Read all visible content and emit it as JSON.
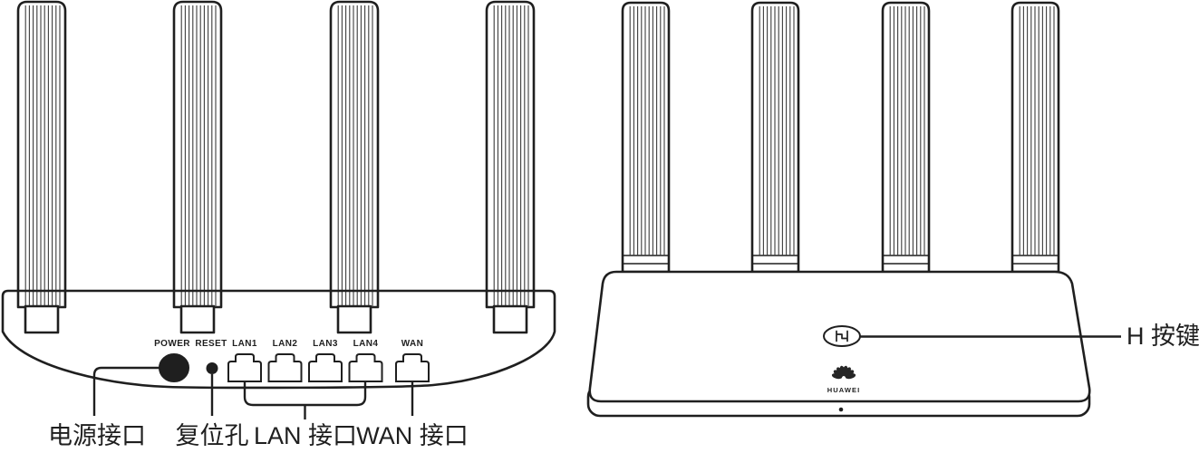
{
  "left_router": {
    "view": "back",
    "port_labels": {
      "power": "POWER",
      "reset": "RESET",
      "lan1": "LAN1",
      "lan2": "LAN2",
      "lan3": "LAN3",
      "lan4": "LAN4",
      "wan": "WAN"
    },
    "callouts": {
      "power": "电源接口",
      "reset": "复位孔",
      "lan": "LAN 接口",
      "wan": "WAN 接口"
    }
  },
  "right_router": {
    "view": "front",
    "h_button_callout": "H 按键",
    "brand": "HUAWEI"
  },
  "colors": {
    "line": "#1f1f1f",
    "lan_port_fill": "#b3b3b3",
    "dark_port_fill": "#1f1f1f",
    "background": "#ffffff"
  }
}
